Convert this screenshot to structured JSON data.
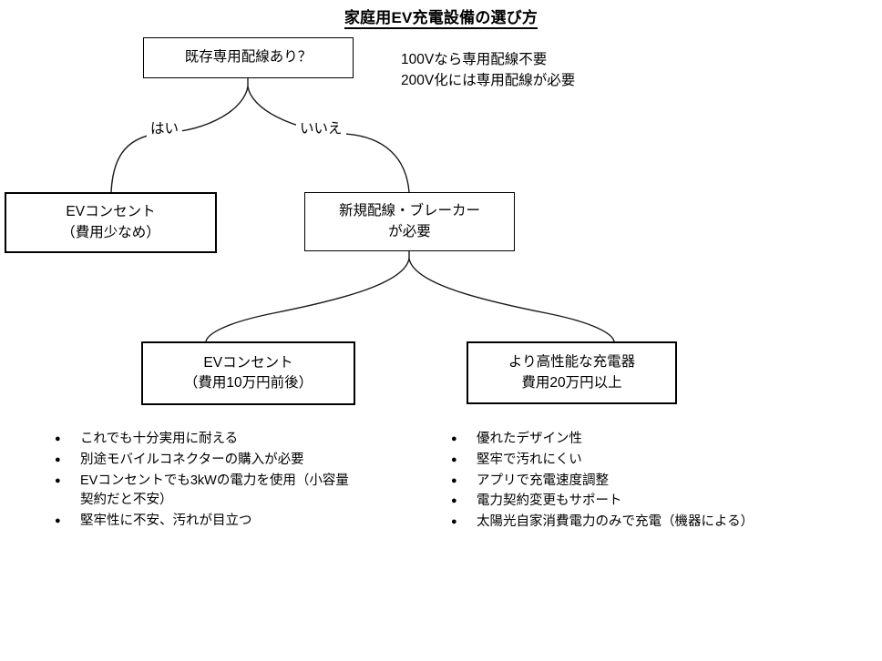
{
  "title": "家庭用EV充電設備の選び方",
  "note": {
    "line1": "100Vなら専用配線不要",
    "line2": "200V化には専用配線が必要"
  },
  "nodes": {
    "root": {
      "line1": "既存専用配線あり？",
      "line2": ""
    },
    "yes_branch": {
      "line1": "EVコンセント",
      "line2": "（費用少なめ）"
    },
    "no_branch": {
      "line1": "新規配線・ブレーカー",
      "line2": "が必要"
    },
    "outlet": {
      "line1": "EVコンセント",
      "line2": "（費用10万円前後）"
    },
    "charger": {
      "line1": "より高性能な充電器",
      "line2": "費用20万円以上"
    }
  },
  "edge_labels": {
    "yes": "はい",
    "no": "いいえ"
  },
  "bullets_left": [
    {
      "text": "これでも十分実用に耐える",
      "cont": ""
    },
    {
      "text": "別途モバイルコネクターの購入が必要",
      "cont": ""
    },
    {
      "text": "EVコンセントでも3kWの電力を使用（小容量",
      "cont": "契約だと不安）"
    },
    {
      "text": "堅牢性に不安、汚れが目立つ",
      "cont": ""
    }
  ],
  "bullets_right": [
    {
      "text": "優れたデザイン性",
      "cont": ""
    },
    {
      "text": "堅牢で汚れにくい",
      "cont": ""
    },
    {
      "text": "アプリで充電速度調整",
      "cont": ""
    },
    {
      "text": "電力契約変更もサポート",
      "cont": ""
    },
    {
      "text": "太陽光自家消費電力のみで充電（機器による）",
      "cont": ""
    }
  ],
  "bullet_glyph": "●",
  "colors": {
    "ink": "#000000",
    "background": "#ffffff",
    "line": "#1a1a1a"
  }
}
